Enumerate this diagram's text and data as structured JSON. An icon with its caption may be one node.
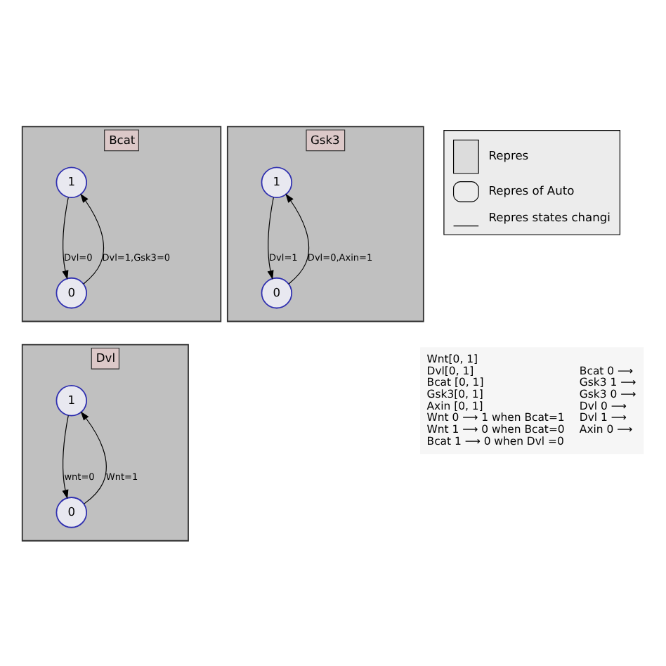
{
  "diagram": {
    "nodes": [
      {
        "text": [
          "Bcat"
        ]
      },
      {
        "text": [
          "1"
        ],
        "in": 0
      },
      {
        "text": [
          "0"
        ],
        "in": 0
      },
      {
        "text": [
          "Gsk3"
        ]
      },
      {
        "text": [
          "1"
        ],
        "in": 3
      },
      {
        "text": [
          "0"
        ],
        "in": 3
      },
      {
        "text": [
          "Dvl"
        ]
      },
      {
        "text": [
          "1"
        ],
        "in": 6
      },
      {
        "text": [
          "0"
        ],
        "in": 6
      }
    ],
    "edges": [
      {
        "from": 2,
        "to": 1,
        "arrow": "to",
        "label": "Dvl=1,Gsk3=0"
      },
      {
        "from": 1,
        "to": 2,
        "arrow": "to",
        "label": "Dvl=0"
      },
      {
        "from": 5,
        "to": 4,
        "arrow": "to",
        "label": "Dvl=0,Axin=1"
      },
      {
        "from": 4,
        "to": 5,
        "arrow": "to",
        "label": "Dvl=1"
      },
      {
        "from": 8,
        "to": 7,
        "arrow": "to",
        "label": "Wnt=1"
      },
      {
        "from": 7,
        "to": 8,
        "arrow": "to",
        "label": "wnt=0"
      }
    ],
    "labels": [
      "Wnt[0, 1]",
      "Dvl[0, 1]",
      "Bcat [0, 1]",
      "Gsk3[0, 1]",
      "Axin [0, 1]",
      "Wnt 0 ⟶ 1 when Bcat=1",
      "Wnt 1 ⟶ 0 when Bcat=0",
      "Bcat 1 ⟶ 0 when Dvl =0",
      "Bcat 0 ⟶",
      "Gsk3 1 ⟶",
      "Gsk3 0 ⟶",
      "Dvl 0 ⟶",
      "Dvl 1 ⟶",
      "Axin 0 ⟶"
    ],
    "legend": [
      {
        "text": "Repres"
      },
      {
        "text": "Repres of Auto"
      },
      {
        "text": "Repres states changi"
      }
    ]
  }
}
